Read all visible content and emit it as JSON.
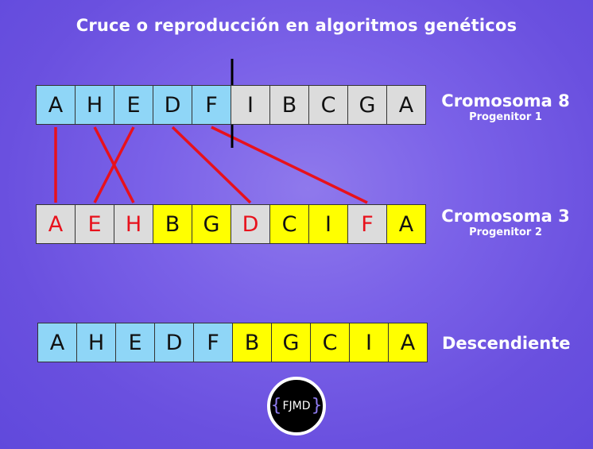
{
  "title": "Cruce o reproducción en algoritmos genéticos",
  "parent1": {
    "name": "Cromosoma 8",
    "role": "Progenitor 1",
    "genes": [
      "A",
      "H",
      "E",
      "D",
      "F",
      "I",
      "B",
      "C",
      "G",
      "A"
    ],
    "fills": [
      "blue",
      "blue",
      "blue",
      "blue",
      "blue",
      "gray",
      "gray",
      "gray",
      "gray",
      "gray"
    ],
    "crossover_after_index": 4
  },
  "parent2": {
    "name": "Cromosoma 3",
    "role": "Progenitor 2",
    "genes": [
      "A",
      "E",
      "H",
      "B",
      "G",
      "D",
      "C",
      "I",
      "F",
      "A"
    ],
    "fills": [
      "gray",
      "gray",
      "gray",
      "yellow",
      "yellow",
      "gray",
      "yellow",
      "yellow",
      "gray",
      "yellow"
    ],
    "red_text": [
      true,
      true,
      true,
      false,
      false,
      true,
      false,
      false,
      true,
      false
    ]
  },
  "offspring": {
    "name": "Descendiente",
    "genes": [
      "A",
      "H",
      "E",
      "D",
      "F",
      "B",
      "G",
      "C",
      "I",
      "A"
    ],
    "fills": [
      "blue",
      "blue",
      "blue",
      "blue",
      "blue",
      "yellow",
      "yellow",
      "yellow",
      "yellow",
      "yellow"
    ]
  },
  "links": [
    [
      0,
      0
    ],
    [
      1,
      2
    ],
    [
      2,
      1
    ],
    [
      3,
      5
    ],
    [
      4,
      8
    ]
  ],
  "colors": {
    "blue": "#8fd6f7",
    "gray": "#dcdcdc",
    "yellow": "#ffff00",
    "red": "#e8111c",
    "line": "#e8111c",
    "cut": "#000000"
  },
  "logo": {
    "text": "FJMD",
    "left_brace": "{",
    "right_brace": "}"
  }
}
